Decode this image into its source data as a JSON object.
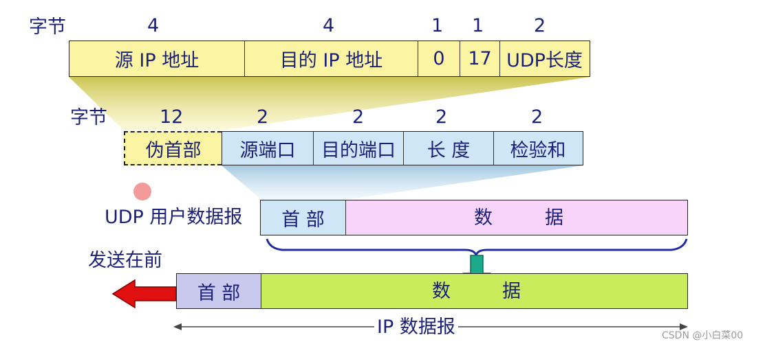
{
  "ip_pseudo": {
    "bytes_label": "字节",
    "bytes": [
      "4",
      "4",
      "1",
      "1",
      "2"
    ],
    "fields": [
      "源 IP 地址",
      "目的 IP 地址",
      "0",
      "17",
      "UDP长度"
    ]
  },
  "udp_header": {
    "bytes_label": "字节",
    "bytes": [
      "12",
      "2",
      "2",
      "2",
      "2"
    ],
    "pseudo_label": "伪首部",
    "fields": [
      "源端口",
      "目的端口",
      "长  度",
      "检验和"
    ]
  },
  "udp_datagram": {
    "label": "UDP 用户数据报",
    "header": "首 部",
    "data_left": "数",
    "data_right": "据"
  },
  "ip_datagram": {
    "send_first": "发送在前",
    "header": "首 部",
    "data_left": "数",
    "data_right": "据",
    "label": "IP 数据报"
  },
  "watermark": "CSDN @小白菜00",
  "colors": {
    "yellow": "#fbf5a3",
    "blue": "#cfe6f6",
    "pink": "#f9d4fa",
    "green": "#c8ec5c",
    "lavender": "#c9c9ee",
    "red_arrow": "#e01010",
    "teal_arrow": "#1aa98a",
    "text": "#1a1f78"
  }
}
